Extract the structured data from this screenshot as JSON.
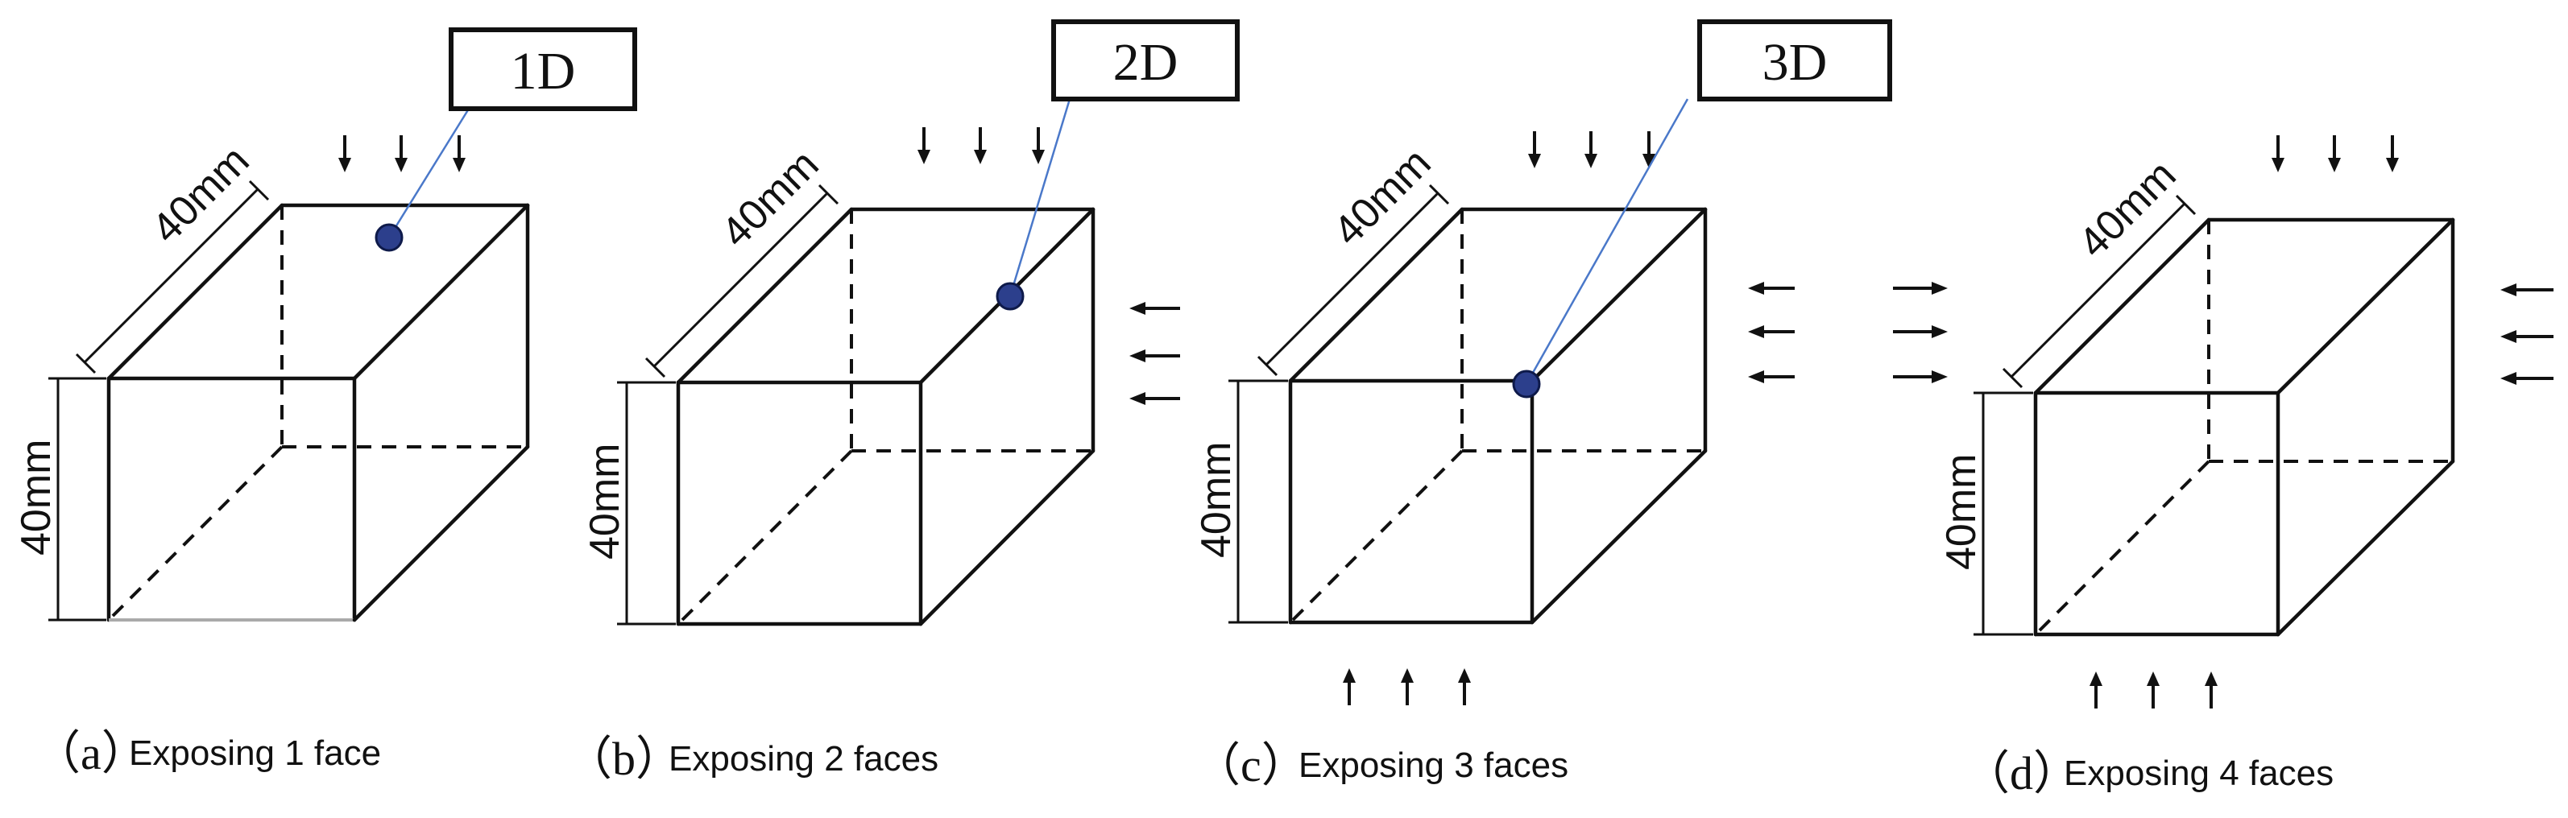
{
  "panels": [
    {
      "id": "a",
      "letter": "（a）",
      "caption": "Exposing 1 face",
      "point_label": "1D",
      "width_label": "40mm",
      "height_label": "40mm",
      "exposed_faces": [
        "top"
      ]
    },
    {
      "id": "b",
      "letter": "（b）",
      "caption": "Exposing 2 faces",
      "point_label": "2D",
      "width_label": "40mm",
      "height_label": "40mm",
      "exposed_faces": [
        "top",
        "right"
      ]
    },
    {
      "id": "c",
      "letter": "（c）",
      "caption": "Exposing 3 faces",
      "point_label": "3D",
      "width_label": "40mm",
      "height_label": "40mm",
      "exposed_faces": [
        "top",
        "right",
        "bottom"
      ]
    },
    {
      "id": "d",
      "letter": "（d）",
      "caption": "Exposing 4 faces",
      "point_label": "",
      "width_label": "40mm",
      "height_label": "40mm",
      "exposed_faces": [
        "top",
        "right",
        "left",
        "bottom"
      ]
    }
  ],
  "colors": {
    "edge": "#111111",
    "point": "#2c3f8c",
    "leader": "#4a78c9"
  }
}
